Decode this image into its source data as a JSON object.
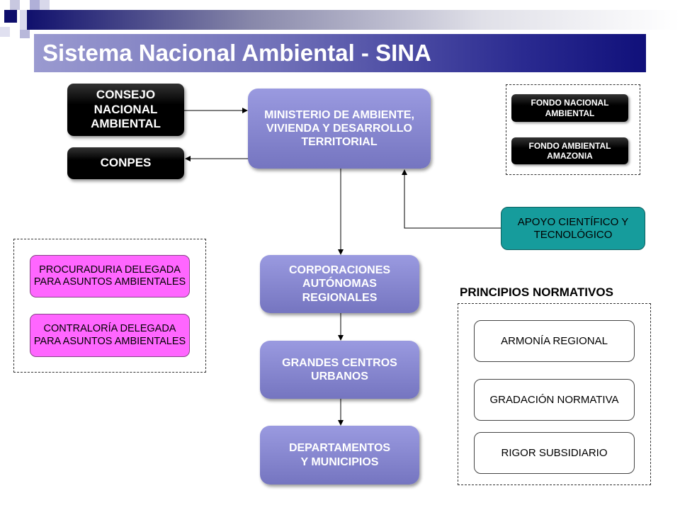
{
  "title": "Sistema Nacional Ambiental - SINA",
  "nodes": {
    "consejo": "CONSEJO NACIONAL AMBIENTAL",
    "conpes": "CONPES",
    "ministerio": "MINISTERIO DE AMBIENTE, VIVIENDA Y DESARROLLO TERRITORIAL",
    "fondo_nacional": "FONDO NACIONAL AMBIENTAL",
    "fondo_amazonia": "FONDO AMBIENTAL AMAZONIA",
    "apoyo": "APOYO CIENTÍFICO Y TECNOLÓGICO",
    "procuraduria": "PROCURADURIA DELEGADA PARA ASUNTOS AMBIENTALES",
    "contraloria": "CONTRALORÍA DELEGADA PARA ASUNTOS AMBIENTALES",
    "corporaciones": "CORPORACIONES AUTÓNOMAS REGIONALES",
    "grandes": "GRANDES CENTROS URBANOS",
    "departamentos": "DEPARTAMENTOS Y MUNICIPIOS"
  },
  "principios": {
    "title": "PRINCIPIOS NORMATIVOS",
    "items": [
      "ARMONÍA REGIONAL",
      "GRADACIÓN NORMATIVA",
      "RIGOR SUBSIDIARIO"
    ]
  },
  "colors": {
    "purple": "#8585cc",
    "magenta": "#ff66ff",
    "teal": "#169c9c",
    "navy": "#10107a"
  }
}
